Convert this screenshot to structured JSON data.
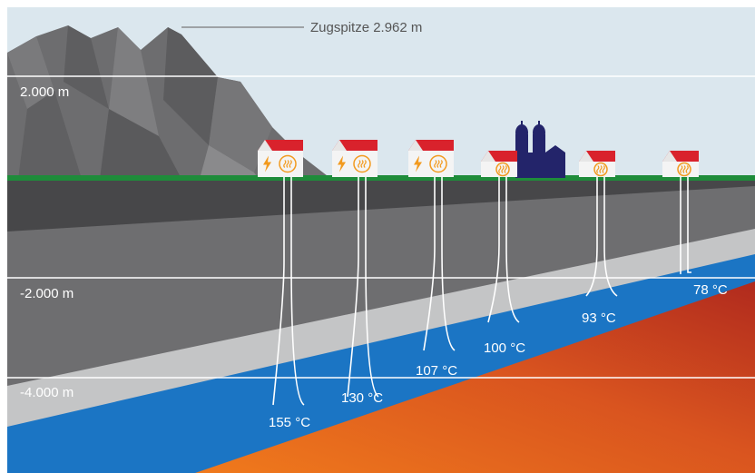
{
  "labels": {
    "peak": "Zugspitze 2.962 m",
    "depth_plus_2000": "2.000 m",
    "depth_minus_2000": "-2.000 m",
    "depth_minus_4000": "-4.000 m"
  },
  "wells": [
    {
      "temperature": "155 °C",
      "power": true
    },
    {
      "temperature": "130 °C",
      "power": true
    },
    {
      "temperature": "107 °C",
      "power": true
    },
    {
      "temperature": "100 °C",
      "power": false
    },
    {
      "temperature": "93 °C",
      "power": false
    },
    {
      "temperature": "78 °C",
      "power": false
    }
  ],
  "colors": {
    "sky": "#dbe7ee",
    "mountain": "#6b6b6d",
    "ground_line": "#1e8c3a",
    "aquifer": "#1a73c2",
    "hot_rock_start": "#e9741b",
    "hot_rock_end": "#b8281e",
    "roof": "#d9222c",
    "heat_icon": "#f29a1f",
    "church": "#23246a"
  }
}
